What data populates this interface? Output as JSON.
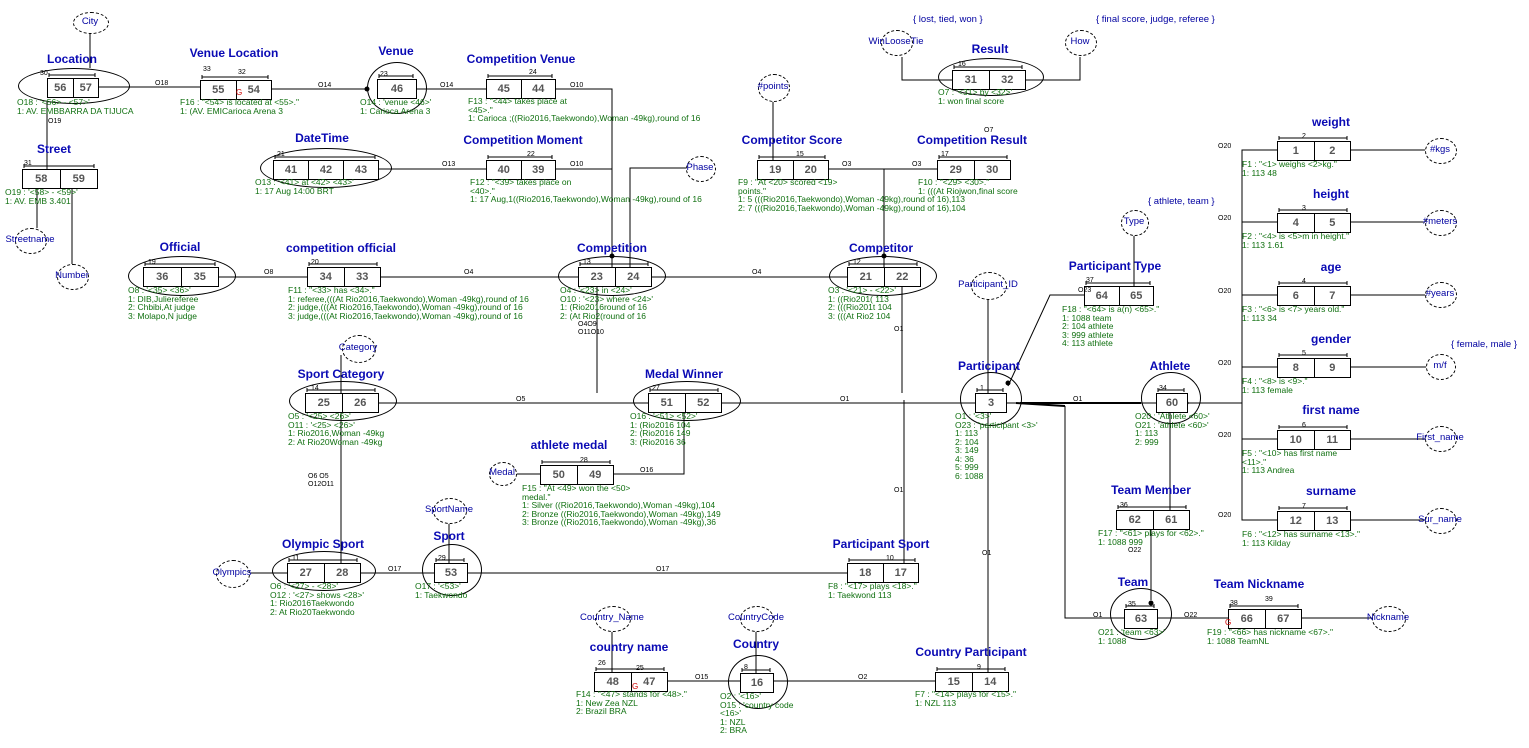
{
  "entity_labels": {
    "location": "Location",
    "venue_location": "Venue Location",
    "venue": "Venue",
    "competition_venue": "Competition Venue",
    "result": "Result",
    "street": "Street",
    "datetime": "DateTime",
    "competition_moment": "Competition Moment",
    "competitor_score": "Competitor Score",
    "competition_result": "Competition Result",
    "weight": "weight",
    "height": "height",
    "age": "age",
    "gender": "gender",
    "first_name": "first name",
    "surname": "surname",
    "official": "Official",
    "competition_official": "competition official",
    "competition": "Competition",
    "competitor": "Competitor",
    "participant_type": "Participant Type",
    "participant": "Participant",
    "athlete": "Athlete",
    "sport_category": "Sport Category",
    "medal_winner": "Medal Winner",
    "athlete_medal": "athlete medal",
    "team_member": "Team Member",
    "olympic_sport": "Olympic Sport",
    "sport": "Sport",
    "participant_sport": "Participant Sport",
    "team": "Team",
    "team_nickname": "Team Nickname",
    "country_name": "country name",
    "country": "Country",
    "country_participant": "Country Participant"
  },
  "value_types": {
    "city": "City",
    "win_loose_tie": "WinLooseTie",
    "how": "How",
    "points": "#points",
    "phase": "Phase",
    "kgs": "#kgs",
    "meters": "#meters",
    "years": "#years",
    "mf": "m/f",
    "first_name": "First_name",
    "sur_name": "Sur_name",
    "type": "Type",
    "participant_id": "Participant_ID",
    "streetname": "Streetname",
    "number": "Number",
    "category": "Category",
    "medal": "Medal",
    "sport_name": "SportName",
    "olympics": "Olympics",
    "country_name": "Country_Name",
    "country_code": "CountryCode",
    "nickname": "Nickname"
  },
  "value_constraints": {
    "result_type": "{ lost, tied, won }",
    "how": "{ final score, judge, referee }",
    "participant_type": "{ athlete, team }",
    "gender": "{ female, male }"
  },
  "roles": {
    "location": [
      "56",
      "57"
    ],
    "venue_location": [
      "55",
      "54"
    ],
    "venue": [
      "46"
    ],
    "competition_venue": [
      "45",
      "44"
    ],
    "result": [
      "31",
      "32"
    ],
    "street": [
      "58",
      "59"
    ],
    "datetime": [
      "41",
      "42",
      "43"
    ],
    "competition_moment": [
      "40",
      "39"
    ],
    "competitor_score": [
      "19",
      "20"
    ],
    "competition_result": [
      "29",
      "30"
    ],
    "weight": [
      "1",
      "2"
    ],
    "height": [
      "4",
      "5"
    ],
    "age": [
      "6",
      "7"
    ],
    "gender": [
      "8",
      "9"
    ],
    "first_name": [
      "10",
      "11"
    ],
    "surname": [
      "12",
      "13"
    ],
    "official": [
      "36",
      "35"
    ],
    "competition_official": [
      "34",
      "33"
    ],
    "competition": [
      "23",
      "24"
    ],
    "competitor": [
      "21",
      "22"
    ],
    "participant_type": [
      "64",
      "65"
    ],
    "participant": [
      "3"
    ],
    "athlete": [
      "60"
    ],
    "sport_category": [
      "25",
      "26"
    ],
    "medal_winner": [
      "51",
      "52"
    ],
    "athlete_medal": [
      "50",
      "49"
    ],
    "team_member": [
      "62",
      "61"
    ],
    "olympic_sport": [
      "27",
      "28"
    ],
    "sport": [
      "53"
    ],
    "participant_sport": [
      "18",
      "17"
    ],
    "team": [
      "63"
    ],
    "team_nickname": [
      "66",
      "67"
    ],
    "country_name": [
      "48",
      "47"
    ],
    "country": [
      "16"
    ],
    "country_participant": [
      "15",
      "14"
    ]
  },
  "constraint_numbers": {
    "location": "30",
    "venue_location": [
      "33",
      "32"
    ],
    "venue": "23",
    "competition_venue": "24",
    "result": "16",
    "street": "31",
    "datetime": "21",
    "competition_moment": "22",
    "competitor_score": "15",
    "competition_result": "17",
    "weight": "2",
    "height": "3",
    "age": "4",
    "gender": "5",
    "first_name": "6",
    "surname": "7",
    "official": "19",
    "competition_official": "20",
    "competition": "13",
    "competitor": "12",
    "participant_type": "37",
    "participant": "1",
    "athlete": "34",
    "sport_category": "14",
    "medal_winner": "27",
    "athlete_medal": "28",
    "team_member": "36",
    "olympic_sport": "11",
    "sport": "29",
    "participant_sport": "10",
    "team": "35",
    "team_nickname": [
      "38",
      "39"
    ],
    "country_name": [
      "26",
      "25"
    ],
    "country": "8",
    "country_participant": "9"
  },
  "link_labels": {
    "location_venue_loc": "O18",
    "venue_loc_venue": "O14",
    "venue_comp_venue": "O14",
    "location_street": "O19",
    "comp_venue_comp": "O10",
    "comp_moment_comp": "O10",
    "datetime_moment": "O13",
    "score_competitor": "O3",
    "result_competitor": "O3",
    "result_link": "O7",
    "official_comp_official": "O8",
    "comp_official_comp": "O4",
    "comp_competitor": "O4",
    "comp_down": "O4O9",
    "comp_down2": "O11O10",
    "competitor_down": "O1",
    "sport_cat_medal": "O5",
    "medal_participant": "O1",
    "participant_athlete": "O1",
    "cat_down": "O6 O5",
    "cat_down2": "O12O11",
    "medal_athlete_medal": "O16",
    "olympic_sport_sport": "O17",
    "sport_participant_sport": "O17",
    "participant_sport_up": "O1",
    "participant_country": "O1",
    "team_participant": "O1",
    "team_nickname": "O22",
    "team_member": "O22",
    "country_name": "O15",
    "country_participant": "O2",
    "athlete_attr_weight": "O20",
    "athlete_attr_height": "O20",
    "athlete_attr_age": "O20",
    "athlete_attr_gender": "O20",
    "athlete_attr_first": "O20",
    "athlete_attr_surname": "O20",
    "participant_type": "O23"
  },
  "captions": {
    "location": {
      "lines": [
        "O18 : '<56> - <57>'",
        "1:  AV. EMBBARRA DA TIJUCA"
      ]
    },
    "venue_location": {
      "lines": [
        "F16 : \"<54> is located at <55>.\"",
        "1:  (AV. EMICarioca Arena 3"
      ]
    },
    "venue": {
      "lines": [
        "O14 : 'venue <46>'",
        "1:   Carioca Arena 3"
      ]
    },
    "competition_venue": {
      "lines": [
        "F13 : \"<44> takes place at",
        "      <45>.\"",
        "1:  Carioca ;((Rio2016,Taekwondo),Woman -49kg),round of 16"
      ]
    },
    "result": {
      "lines": [
        "O7 : '<31> by <32>'",
        "1:      won     final score"
      ]
    },
    "street": {
      "lines": [
        "O19 : '<58> - <59>'",
        "1:  AV. EMB  3.401"
      ]
    },
    "datetime": {
      "lines": [
        "O13 : '<41> at <42> <43>'",
        "1:   17 Aug   14:00     BRT"
      ]
    },
    "competition_moment": {
      "lines": [
        "F12 : \"<39> takes place on",
        "      <40>.\"",
        "1:  17 Aug,1((Rio2016,Taekwondo),Woman -49kg),round of 16"
      ]
    },
    "competitor_score": {
      "lines": [
        "F9 : \"At <20> scored <19>",
        "      points.\"",
        "1:      5      (((Rio2016,Taekwondo),Woman -49kg),round of 16),113",
        "2:      7      (((Rio2016,Taekwondo),Woman -49kg),round of 16),104"
      ]
    },
    "competition_result": {
      "lines": [
        "F10 : \"<29> <30>.\"",
        "1:       (((At Riojwon,final score"
      ]
    },
    "weight": {
      "lines": [
        "F1 : \"<1> weighs <2>kg.\"",
        "1:      113        48"
      ]
    },
    "height": {
      "lines": [
        "F2 : \"<4> is <5>m in height.\"",
        "1:      113      1.61"
      ]
    },
    "age": {
      "lines": [
        "F3 : \"<6> is <7> years old.\"",
        "1:      113        34"
      ]
    },
    "gender": {
      "lines": [
        "F4 : \"<8> is <9>.\"",
        "1:      113       female"
      ]
    },
    "first_name": {
      "lines": [
        "F5 : \"<10> has first name",
        "      <11>.\"",
        "1:      113       Andrea"
      ]
    },
    "surname": {
      "lines": [
        "F6 : \"<12> has surname <13>.\"",
        "1:      113       Kilday"
      ]
    },
    "official": {
      "lines": [
        "O8 : '<35> <36>'",
        "1:  DIB,Juliereferee",
        "2:  Chbibi,At  judge",
        "3:  Molapo,N  judge"
      ]
    },
    "competition_official": {
      "lines": [
        "F11 : \"<33> has <34>.\"",
        "1:  referee,(((At Rio2016,Taekwondo),Woman -49kg),round of 16",
        "2:  judge,(((At Rio2016,Taekwondo),Woman -49kg),round of 16",
        "3:  judge,(((At Rio2016,Taekwondo),Woman -49kg),round of 16"
      ]
    },
    "competition": {
      "lines": [
        "O4 : '<23> in <24>'",
        "O10 : '<23> where <24>'",
        "1:  (Rio2016round of 16",
        "2:  (At Rio2(round of 16"
      ]
    },
    "competitor": {
      "lines": [
        "O3 : '<21> - <22>'",
        "1:  ((Rio201(     113",
        "2:  (((Rio201t     104",
        "3:  (((At Rio2      104"
      ]
    },
    "participant_type": {
      "lines": [
        "F18 : \"<64> is a(n) <65>.\"",
        "1:      1088      team",
        "2:       104      athlete",
        "3:       999      athlete",
        "4:       113      athlete"
      ]
    },
    "participant": {
      "lines": [
        "O1 : '<3>'",
        "O23 : 'participant <3>'",
        "1:      113",
        "2:      104",
        "3:      149",
        "4:       36",
        "5:      999",
        "6:     1088"
      ]
    },
    "athlete": {
      "lines": [
        "O20 : 'Athlete <60>'",
        "O21 : 'athlete <60>'",
        "1:      113",
        "2:      999"
      ]
    },
    "sport_category": {
      "lines": [
        "O5 : '<25> <26>'",
        "O11 : '<25> <26>'",
        "1:  Rio2016,Woman -49kg",
        "2:  At Rio20Woman -49kg"
      ]
    },
    "medal_winner": {
      "lines": [
        "O16 : '<51> <52>'",
        "1:  (Rio2016    104",
        "2:  (Rio2016    149",
        "3:  (Rio2016     36"
      ]
    },
    "athlete_medal": {
      "lines": [
        "F15 : \"At <49> won the <50>",
        "      medal.\"",
        "1:    Silver  ((Rio2016,Taekwondo),Woman -49kg),104",
        "2:    Bronze ((Rio2016,Taekwondo),Woman -49kg),149",
        "3:    Bronze ((Rio2016,Taekwondo),Woman -49kg),36"
      ]
    },
    "team_member": {
      "lines": [
        "F17 : \"<61> plays for <62>.\"",
        "1:     1088       999"
      ]
    },
    "olympic_sport": {
      "lines": [
        "O6 : '<27> - <28>'",
        "O12 : '<27> shows <28>'",
        "1:  Rio2016Taekwondo",
        "2:  At Rio20Taekwondo"
      ]
    },
    "sport": {
      "lines": [
        "O17 : '<53>'",
        "1:  Taekwondo"
      ]
    },
    "participant_sport": {
      "lines": [
        "F8 : \"<17> plays <18>.\"",
        "1:  Taekwond    113"
      ]
    },
    "team": {
      "lines": [
        "O21 : 'team <63>'",
        "1:     1088"
      ]
    },
    "team_nickname": {
      "lines": [
        "F19 : \"<66> has nickname <67>.\"",
        "1:      1088    TeamNL"
      ]
    },
    "country_name": {
      "lines": [
        "F14 : \"<47> stands for <48>.\"",
        "1:    New Zea    NZL",
        "2:    Brazil      BRA"
      ]
    },
    "country": {
      "lines": [
        "O2 : '<16>'",
        "O15 : 'country code",
        "      <16>'",
        "1:      NZL",
        "2:      BRA"
      ]
    },
    "country_participant": {
      "lines": [
        "F7 : \"<14> plays for <15>.\"",
        "1:      NZL        113"
      ]
    }
  }
}
